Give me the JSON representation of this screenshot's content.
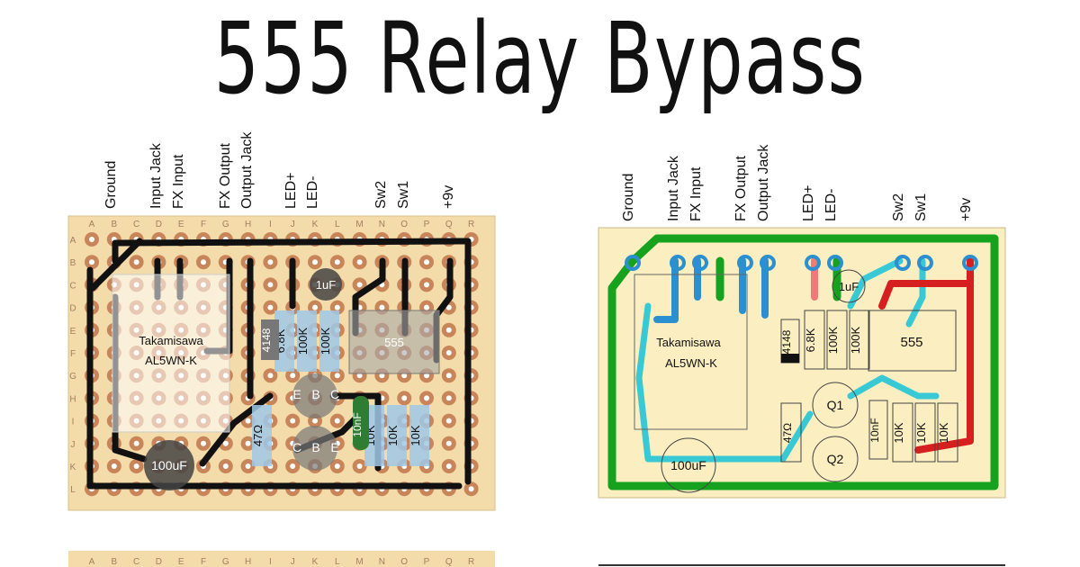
{
  "title": "555 Relay Bypass",
  "pin_labels": [
    "Ground",
    "Input Jack",
    "FX Input",
    "FX Output",
    "Output Jack",
    "LED+",
    "LED-",
    "Sw2",
    "Sw1",
    "+9v"
  ],
  "column_letters": [
    "A",
    "B",
    "C",
    "D",
    "E",
    "F",
    "G",
    "H",
    "I",
    "J",
    "K",
    "L",
    "M",
    "N",
    "O",
    "P",
    "Q",
    "R"
  ],
  "row_letters": [
    "A",
    "B",
    "C",
    "D",
    "E",
    "F",
    "G",
    "H",
    "I",
    "J",
    "K",
    "L"
  ],
  "components": {
    "relay_name": "Takamisawa",
    "relay_model": "AL5WN-K",
    "cap_1uf": "1uF",
    "cap_100uf": "100uF",
    "cap_10nf": "10nF",
    "diode": "4148",
    "r_6k8": "6.8K",
    "r_100k": "100K",
    "r_10k": "10K",
    "r_47": "47Ω",
    "ic": "555",
    "q1": "Q1",
    "q2": "Q2",
    "ebc": [
      "E",
      "B",
      "C"
    ],
    "cbe": [
      "C",
      "B",
      "E"
    ]
  },
  "colors": {
    "board": "#f3dcaa",
    "pcb": "#fbeec0",
    "trace_black": "#111111",
    "trace_green": "#16a21e",
    "trace_blue": "#2b8fd0",
    "trace_cyan": "#38c9d4",
    "trace_red": "#d62020",
    "trace_pink": "#f07a7a",
    "resistor": "#9fc8e8",
    "copper": "#c9855a"
  }
}
